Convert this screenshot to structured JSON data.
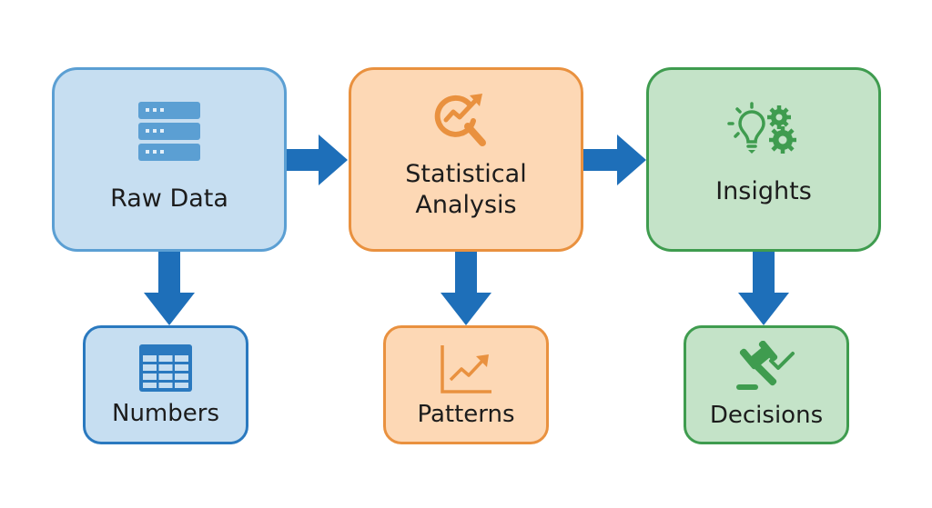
{
  "diagram": {
    "title": "Data to Decisions Flow",
    "colors": {
      "arrow": "#1e6fb9",
      "blue_fill": "#c6def1",
      "blue_border": "#5b9fd3",
      "orange_fill": "#fdd8b5",
      "orange_border": "#e9913f",
      "green_fill": "#c4e3c8",
      "green_border": "#3f9c4f"
    },
    "nodes": {
      "raw_data": {
        "label": "Raw Data",
        "icon": "database-server-icon"
      },
      "statistical_analysis": {
        "label_line1": "Statistical",
        "label_line2": "Analysis",
        "icon": "magnifier-chart-icon"
      },
      "insights": {
        "label": "Insights",
        "icon": "lightbulb-gears-icon"
      },
      "numbers": {
        "label": "Numbers",
        "icon": "table-grid-icon"
      },
      "patterns": {
        "label": "Patterns",
        "icon": "trend-chart-icon"
      },
      "decisions": {
        "label": "Decisions",
        "icon": "gavel-check-icon"
      }
    },
    "edges": [
      {
        "from": "Raw Data",
        "to": "Statistical Analysis"
      },
      {
        "from": "Statistical Analysis",
        "to": "Insights"
      },
      {
        "from": "Raw Data",
        "to": "Numbers"
      },
      {
        "from": "Statistical Analysis",
        "to": "Patterns"
      },
      {
        "from": "Insights",
        "to": "Decisions"
      }
    ]
  }
}
